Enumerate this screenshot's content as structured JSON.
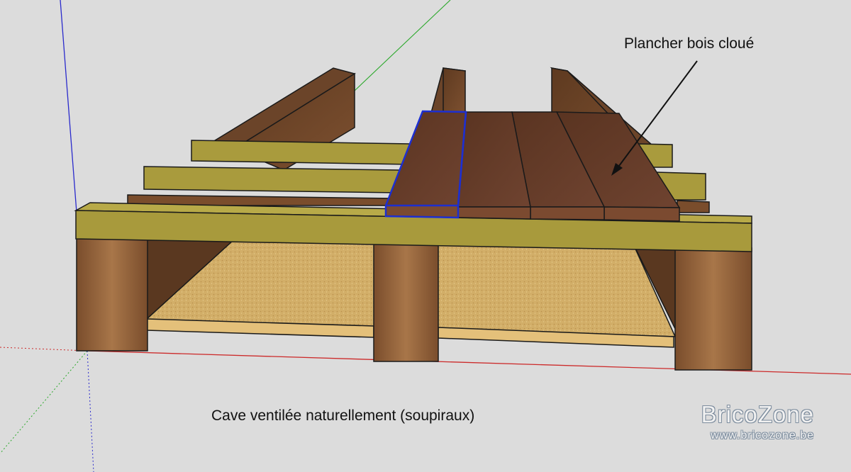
{
  "labels": {
    "top": "Plancher bois cloué",
    "bottom": "Cave ventilée naturellement (soupiraux)"
  },
  "brand": {
    "name": "BricoZone",
    "url": "www.bricozone.be"
  },
  "colors": {
    "background": "#dcdcdc",
    "beam_dark": "#6b4227",
    "beam_side": "#4a2d18",
    "joist_yellow": "#a89a3c",
    "joist_yellow_top": "#b8aa48",
    "plank": "#6a3f2a",
    "plank_edge": "#7b4a30",
    "osb": "#d8b56e",
    "osb_edge": "#e4c07a",
    "pillar": "#9a6a40",
    "selection": "#1d2fd0",
    "axis_red": "#cc2a2a",
    "axis_green": "#2aa82a",
    "axis_blue": "#2a2acc"
  }
}
